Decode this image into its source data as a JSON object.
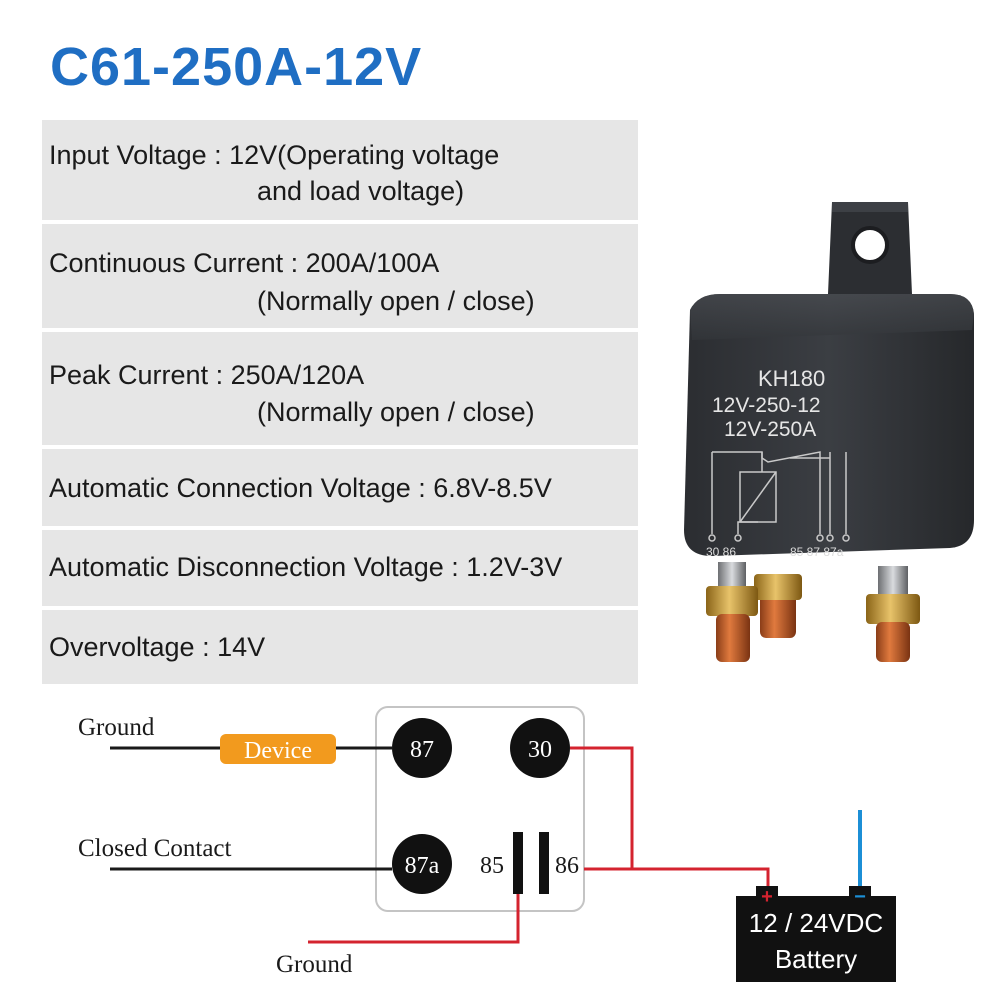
{
  "title": "C61-250A-12V",
  "specs": [
    {
      "line1": "Input Voltage : 12V(Operating voltage",
      "line2": "and load voltage)"
    },
    {
      "line1": "Continuous Current : 200A/100A",
      "line2": "(Normally open / close)"
    },
    {
      "line1": "Peak Current : 250A/120A",
      "line2": "(Normally open / close)"
    },
    {
      "line1": "Automatic Connection Voltage : 6.8V-8.5V"
    },
    {
      "line1": "Automatic Disconnection Voltage : 1.2V-3V"
    },
    {
      "line1": "Overvoltage : 14V"
    }
  ],
  "relay": {
    "model": "KH180",
    "line2": "12V-250-12",
    "line3": "12V-250A",
    "pins_left": "30 86",
    "pins_right": "85 87 87a"
  },
  "diagram": {
    "ground_top": "Ground",
    "device": "Device",
    "closed_contact": "Closed Contact",
    "ground_bottom": "Ground",
    "pin_87": "87",
    "pin_30": "30",
    "pin_87a": "87a",
    "pin_85": "85",
    "pin_86": "86",
    "battery_line1": "12 / 24VDC",
    "battery_line2": "Battery",
    "plus": "+",
    "minus": "−"
  },
  "colors": {
    "title": "#1f6ec3",
    "row_bg": "#e6e6e6",
    "device_label": "#f29a1e",
    "wire_red": "#d4232f",
    "wire_blue": "#1c8fd6"
  }
}
